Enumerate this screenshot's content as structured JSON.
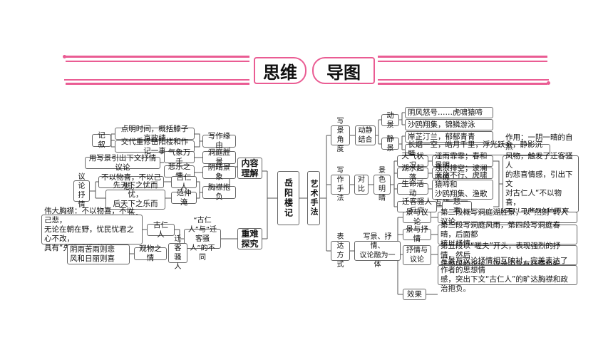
{
  "title": {
    "part1": "思维",
    "part2": "导图"
  },
  "nodes": {
    "root": "岳阳楼记",
    "content": "内容\n理解",
    "art": "艺术手法",
    "diff": "重难\n探究",
    "xiezuo_yuanyou": "写作缘由",
    "jiyu": "记叙",
    "jiyu_a": "点明时间，概括滕子京政绩",
    "jiyu_b": "交代重修岳阳楼和作记一事",
    "dongting": "洞庭胜景",
    "qixiang": "气象万千",
    "yongjing": "用写景引出下文抒情议论",
    "yinqing": "阴晴景象",
    "beixi": "悲乐之情",
    "xiongjin": "胸襟抱负",
    "guren": "古仁人",
    "buyi": "不以物喜，不以己悲。",
    "yilun": "议论\n抒情",
    "fanzhongyan": "范仲淹",
    "xianyou": "先天下之忧而忧，\n后天下之乐而乐。",
    "weida": "伟大胸襟：不以物喜，不以己悲，\n无论在朝在野，忧民忧君之心不改，\n具有“先忧后乐”的襟怀。",
    "guren2": "古仁人",
    "butong": "“古仁人”与“迁\n客骚人”的不同",
    "yinyu": "阴雨苦雨则悲\n风和日丽则喜",
    "guanwu": "观物之情",
    "qianke": "迁客\n骚人",
    "xiejing_jiaodu": "写景\n角度",
    "dongjing": "动静\n结合",
    "dongjing_d": "动景",
    "dongjing_j": "静景",
    "d1": "阴风怒号……虎啸猿啼",
    "d2": "沙鸥翔集，锦鳞游泳",
    "j1": "岸芷汀兰，郁郁青青",
    "j2": "长烟一空，皓月千里，浮光跃金，静影沉璧",
    "xiezuo_shoufa": "写作\n手法",
    "duibi": "对\n比",
    "jingse": "景色\n明晴",
    "tianqi": "天气状况",
    "tq1": "淫雨霏霏；春和景明",
    "hushui": "湖水起落",
    "hs1": "浊浪排空；波澜不惊",
    "shenghuo": "生命活动",
    "sh1": "商旅不行、虎啸猿啼和\n沙鸥翔集、渔歌互答",
    "qianke_fy": "迁客骚人反应",
    "yibei": "一悲一喜",
    "zuoyong": "作用：一阴一晴的自然\n风物，触发了迁客骚人\n的悲喜情感，引出下文\n对古仁人“不以物喜，\n不以己悲”这种更高境\n界的议论。",
    "biaoda": "表达\n方式",
    "xiejing_shuqing": "写景、抒情、\n议论融为一体",
    "jy": "景与议论",
    "jy_t": "第二段概写洞庭湖胜景，以“然则”转入议论。",
    "js": "景与抒情",
    "js_t": "第三段写洞庭风雨，第四段写洞庭春晴，后面都\n接以抒情。",
    "sy": "抒情与\n议论",
    "sy_t": "第五段以“嗟夫”开头，表现强烈的抒情，然后\n接整段的议论，议论中含有抒情色彩。",
    "xg": "效果",
    "xg_t": "写景与议论抒情相互映衬，完美表达了作者的思想情\n感，突出下文“古仁人”的旷达胸襟和政治抱负。"
  },
  "colors": {
    "accent": "#ea5c93",
    "border": "#666666",
    "line": "#555555"
  }
}
